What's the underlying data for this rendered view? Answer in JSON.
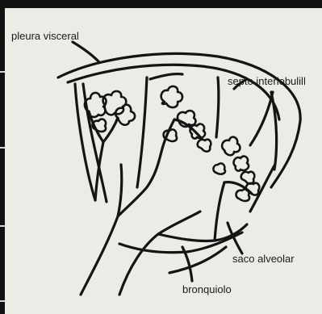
{
  "labels": {
    "pleura": "pleura visceral",
    "septo": "septo interlobulill",
    "saco": "saco alveolar",
    "bronquiolo": "bronquiolo"
  },
  "colors": {
    "paper": "#ecebe6",
    "ink": "#141414",
    "border": "#111111"
  }
}
